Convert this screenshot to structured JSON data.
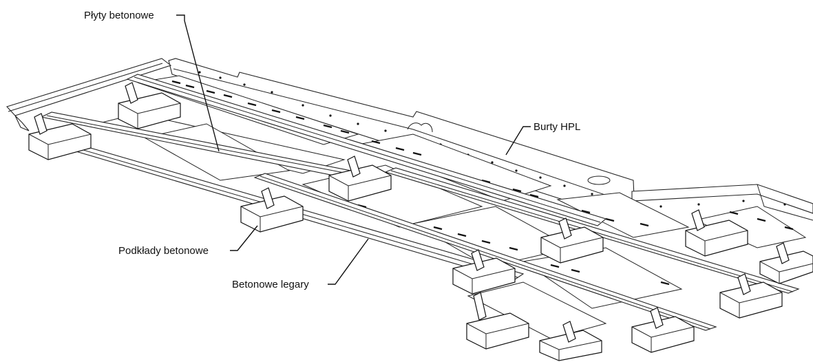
{
  "labels": {
    "slabs": "Płyty betonowe",
    "hpl": "Burty HPL",
    "sleepers": "Podkłady betonowe",
    "beams": "Betonowe legary"
  }
}
